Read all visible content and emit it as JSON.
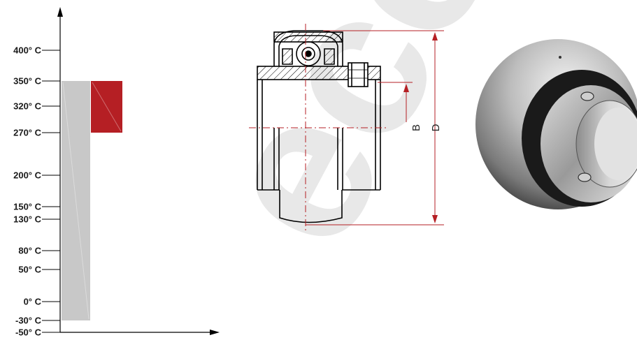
{
  "temperature_scale": {
    "ticks": [
      {
        "value": 400,
        "label": "400° C"
      },
      {
        "value": 350,
        "label": "350° C"
      },
      {
        "value": 320,
        "label": "320° C"
      },
      {
        "value": 270,
        "label": "270° C"
      },
      {
        "value": 200,
        "label": "200° C"
      },
      {
        "value": 150,
        "label": "150° C"
      },
      {
        "value": 130,
        "label": "130° C"
      },
      {
        "value": 80,
        "label": "80° C"
      },
      {
        "value": 50,
        "label": "50° C"
      },
      {
        "value": 0,
        "label": "0° C"
      },
      {
        "value": -30,
        "label": "-30° C"
      },
      {
        "value": -50,
        "label": "-50° C"
      }
    ],
    "ranges": [
      {
        "from": -30,
        "to": 350,
        "color": "#c8c8c8"
      },
      {
        "from": 270,
        "to": 350,
        "color": "#b51f24"
      }
    ]
  },
  "drawing": {
    "dimension_B": "B",
    "dimension_D": "D",
    "line_color": "#000000",
    "dimension_color": "#b51f24"
  },
  "watermark": {
    "text": "ecotat",
    "color": "#c8c8c8"
  },
  "colors": {
    "axis": "#000000",
    "gray_range": "#c8c8c8",
    "red_range": "#b51f24"
  }
}
